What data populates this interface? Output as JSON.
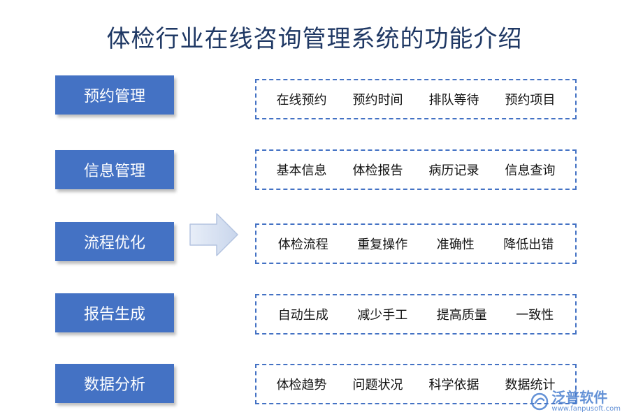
{
  "title": "体检行业在线咨询管理系统的功能介绍",
  "rows": [
    {
      "category": "预约管理",
      "items": [
        "在线预约",
        "预约时间",
        "排队等待",
        "预约项目"
      ]
    },
    {
      "category": "信息管理",
      "items": [
        "基本信息",
        "体检报告",
        "病历记录",
        "信息查询"
      ]
    },
    {
      "category": "流程优化",
      "items": [
        "体检流程",
        "重复操作",
        "准确性",
        "降低出错"
      ]
    },
    {
      "category": "报告生成",
      "items": [
        "自动生成",
        "减少手工",
        "提高质量",
        "一致性"
      ]
    },
    {
      "category": "数据分析",
      "items": [
        "体检趋势",
        "问题状况",
        "科学依据",
        "数据统计"
      ]
    }
  ],
  "watermark": {
    "name": "泛普软件",
    "url": "www.fanpusoft.com"
  },
  "colors": {
    "accent": "#4472c4",
    "title": "#1f3864"
  }
}
